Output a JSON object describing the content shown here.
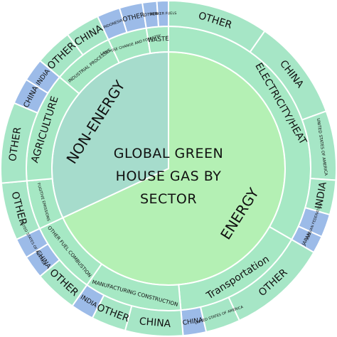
{
  "chart_data": {
    "type": "sunburst",
    "title": "GLOBAL GREEN HOUSE GAS BY SECTOR",
    "unit": "share of global emissions (angle, degrees)",
    "colors": {
      "inner_energy": "#b4f0b4",
      "inner_nonenergy": "#a6dccc",
      "middle": "#a6e8c4",
      "outer": "#a6e6c6",
      "outer_small": "#9cbbe8",
      "stroke": "#ffffff"
    },
    "center": {
      "lines": [
        "GLOBAL GREEN",
        "HOUSE GAS BY",
        "SECTOR"
      ]
    },
    "levels": [
      {
        "name": "sector",
        "segments": [
          {
            "label": "ENERGY",
            "value": 245,
            "color": "#b4f0b4"
          },
          {
            "label": "NON-ENERGY",
            "value": 115,
            "color": "#a6dccc"
          }
        ]
      },
      {
        "name": "subsector",
        "segments": [
          {
            "label": "ELECTRICITY/HEAT",
            "parent": "ENERGY",
            "value": 120
          },
          {
            "label": "Transportation",
            "parent": "ENERGY",
            "value": 55
          },
          {
            "label": "MANUFACTURING CONSTRUCTION",
            "parent": "ENERGY",
            "value": 40
          },
          {
            "label": "OTHER FUEL COMBUSTION",
            "parent": "ENERGY",
            "value": 30
          },
          {
            "label": "FUGITIVE EMISSIONS",
            "parent": "NON-ENERGY",
            "value": 20
          },
          {
            "label": "AGRICULTURE",
            "parent": "NON-ENERGY",
            "value": 45
          },
          {
            "label": "INDUSTRIAL PROCESSES",
            "parent": "NON-ENERGY",
            "value": 25
          },
          {
            "label": "LAND-USE CHANGE AND FORESTRY",
            "parent": "NON-ENERGY",
            "value": 16
          },
          {
            "label": "WASTE",
            "parent": "NON-ENERGY",
            "value": 9
          }
        ]
      },
      {
        "name": "country",
        "segments": [
          {
            "label": "OTHER",
            "parent": "ELECTRICITY/HEAT",
            "value": 35
          },
          {
            "label": "CHINA",
            "parent": "ELECTRICITY/HEAT",
            "value": 35
          },
          {
            "label": "UNITED STATES OF AMERICA",
            "parent": "ELECTRICITY/HEAT",
            "value": 24
          },
          {
            "label": "INDIA",
            "parent": "ELECTRICITY/HEAT",
            "value": 12
          },
          {
            "label": "RUSSIAN FEDERATION",
            "parent": "ELECTRICITY/HEAT",
            "value": 8
          },
          {
            "label": "JAPAN",
            "parent": "ELECTRICITY/HEAT",
            "value": 6
          },
          {
            "label": "OTHER",
            "parent": "Transportation",
            "value": 35
          },
          {
            "label": "UNITED STATES OF AMERICA",
            "parent": "Transportation",
            "value": 12
          },
          {
            "label": "CHINA",
            "parent": "Transportation",
            "value": 8
          },
          {
            "label": "CHINA",
            "parent": "MANUFACTURING CONSTRUCTION",
            "value": 20
          },
          {
            "label": "OTHER",
            "parent": "MANUFACTURING CONSTRUCTION",
            "value": 12
          },
          {
            "label": "INDIA",
            "parent": "MANUFACTURING CONSTRUCTION",
            "value": 8
          },
          {
            "label": "OTHER",
            "parent": "OTHER FUEL COMBUSTION",
            "value": 15
          },
          {
            "label": "CHINA",
            "parent": "OTHER FUEL COMBUSTION",
            "value": 8
          },
          {
            "label": "UNITED STATES OF AMERICA",
            "parent": "OTHER FUEL COMBUSTION",
            "value": 7
          },
          {
            "label": "OTHER",
            "parent": "FUGITIVE EMISSIONS",
            "value": 20
          },
          {
            "label": "OTHER",
            "parent": "AGRICULTURE",
            "value": 28
          },
          {
            "label": "CHINA",
            "parent": "AGRICULTURE",
            "value": 9
          },
          {
            "label": "INDIA",
            "parent": "AGRICULTURE",
            "value": 8
          },
          {
            "label": "OTHER",
            "parent": "INDUSTRIAL PROCESSES",
            "value": 13
          },
          {
            "label": "CHINA",
            "parent": "INDUSTRIAL PROCESSES",
            "value": 12
          },
          {
            "label": "INDONESIA",
            "parent": "LAND-USE CHANGE AND FORESTRY",
            "value": 8
          },
          {
            "label": "OTHER",
            "parent": "LAND-USE CHANGE AND FORESTRY",
            "value": 8
          },
          {
            "label": "OTHER",
            "parent": "WASTE",
            "value": 5
          },
          {
            "label": "BUNKER FUELS",
            "parent": "WASTE",
            "value": 4
          }
        ]
      }
    ]
  }
}
